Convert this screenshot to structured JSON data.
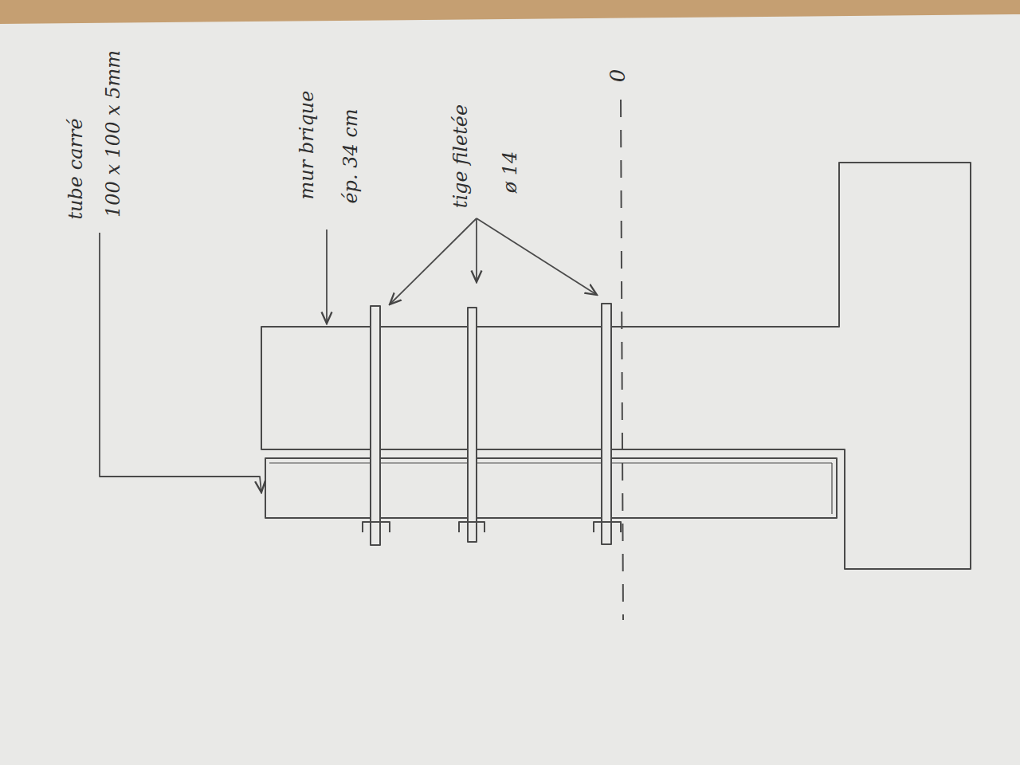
{
  "diagram": {
    "labels": [
      "tube carré",
      "100 x 100 x 5mm",
      "mur brique",
      "ép. 34 cm",
      "tige filetée",
      "ø 14",
      "0"
    ]
  }
}
